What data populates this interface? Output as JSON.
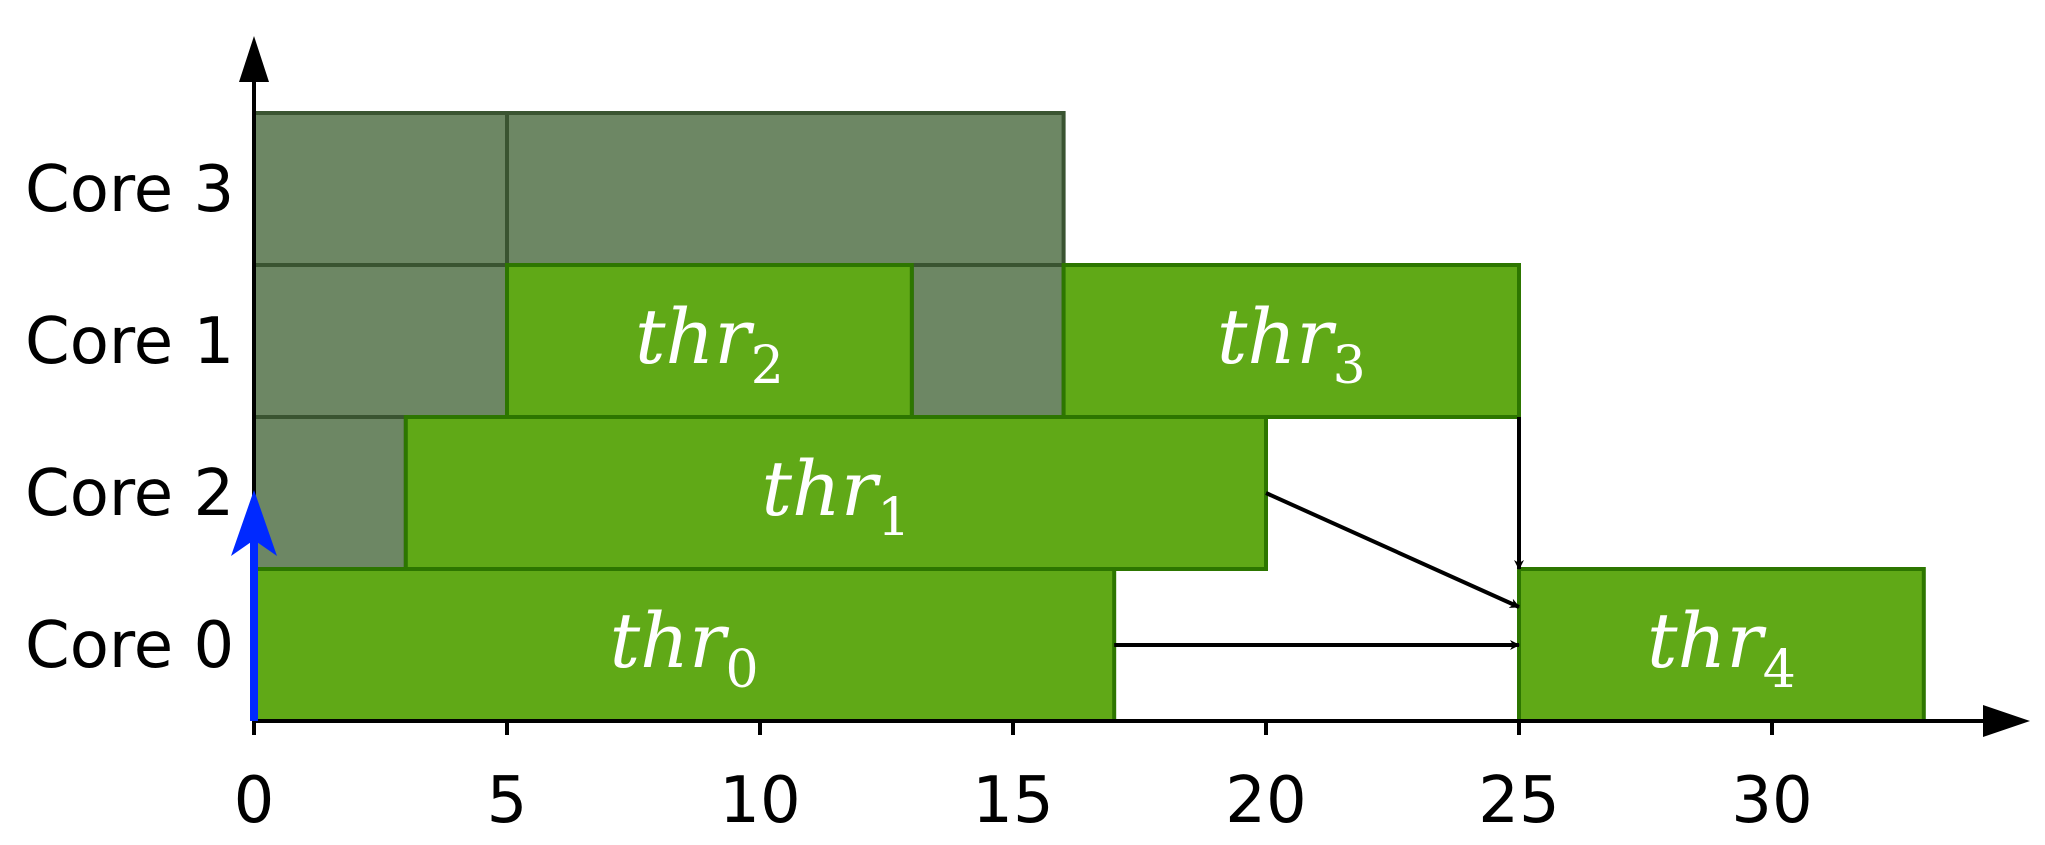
{
  "diagram": {
    "x_ticks": [
      "0",
      "5",
      "10",
      "15",
      "20",
      "25",
      "30"
    ],
    "x_tick_values": [
      0,
      5,
      10,
      15,
      20,
      25,
      30
    ],
    "rows": [
      {
        "id": "core3",
        "label": "Core 3"
      },
      {
        "id": "core1",
        "label": "Core 1"
      },
      {
        "id": "core2",
        "label": "Core 2"
      },
      {
        "id": "core0",
        "label": "Core 0"
      }
    ],
    "blocks": [
      {
        "id": "idle-core3-a",
        "row": "core3",
        "start": 0,
        "end": 5,
        "kind": "idle"
      },
      {
        "id": "idle-core3-b",
        "row": "core3",
        "start": 5,
        "end": 16,
        "kind": "idle"
      },
      {
        "id": "idle-core1-a",
        "row": "core1",
        "start": 0,
        "end": 5,
        "kind": "idle"
      },
      {
        "id": "thr2",
        "row": "core1",
        "start": 5,
        "end": 13,
        "kind": "thread",
        "base": "thr",
        "sub": "2"
      },
      {
        "id": "idle-core1-b",
        "row": "core1",
        "start": 13,
        "end": 16,
        "kind": "idle"
      },
      {
        "id": "thr3",
        "row": "core1",
        "start": 16,
        "end": 25,
        "kind": "thread",
        "base": "thr",
        "sub": "3"
      },
      {
        "id": "idle-core2-a",
        "row": "core2",
        "start": 0,
        "end": 3,
        "kind": "idle"
      },
      {
        "id": "thr1",
        "row": "core2",
        "start": 3,
        "end": 20,
        "kind": "thread",
        "base": "thr",
        "sub": "1"
      },
      {
        "id": "thr0",
        "row": "core0",
        "start": 0,
        "end": 17,
        "kind": "thread",
        "base": "thr",
        "sub": "0"
      },
      {
        "id": "thr4",
        "row": "core0",
        "start": 25,
        "end": 33,
        "kind": "thread",
        "base": "thr",
        "sub": "4"
      }
    ],
    "dependencies": [
      {
        "id": "dep-thr0-thr4",
        "from": "thr0",
        "to": "thr4"
      },
      {
        "id": "dep-thr1-thr4",
        "from": "thr1",
        "to": "thr4"
      },
      {
        "id": "dep-thr3-thr4",
        "from": "thr3",
        "to": "thr4"
      }
    ],
    "colors": {
      "thread_fill": "#60a917",
      "thread_stroke": "#2d7600",
      "idle_fill": "#6d8764",
      "idle_stroke": "#3a5431",
      "axis": "#000000",
      "marker": "#0029ff",
      "text_on_block": "#ffffff"
    }
  }
}
